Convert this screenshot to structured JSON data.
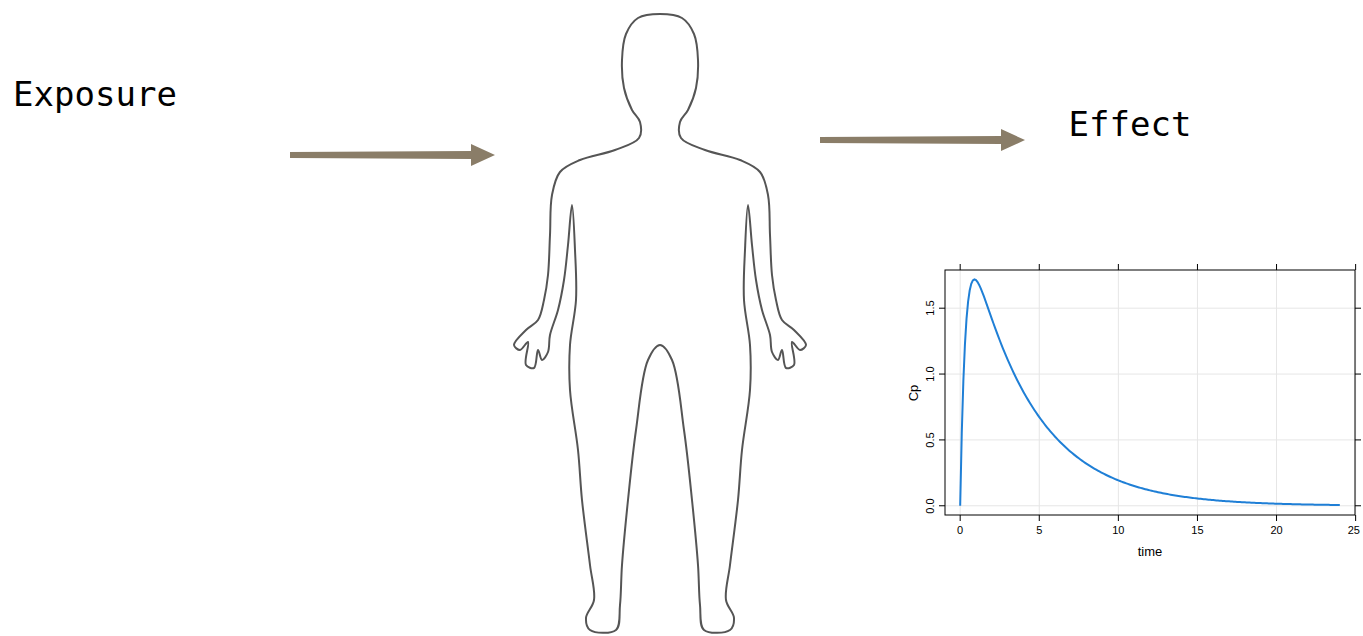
{
  "diagram": {
    "labels": [
      "Exposure",
      "Effect",
      "Cp",
      "time",
      "0.0",
      "0.5",
      "1.0",
      "1.5",
      "0",
      "5",
      "10",
      "15",
      "20",
      "25"
    ]
  }
}
